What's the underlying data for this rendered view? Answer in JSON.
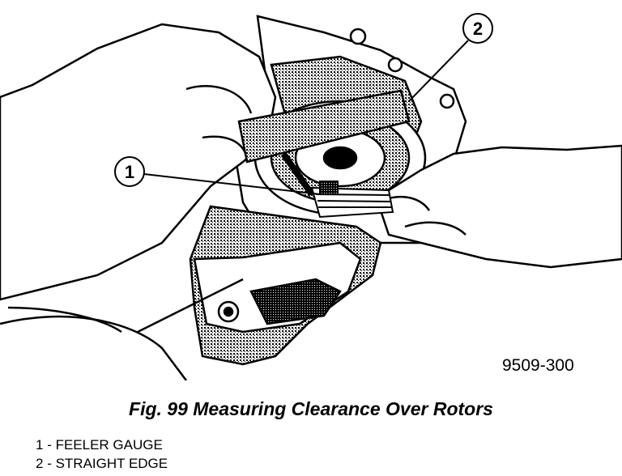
{
  "figure": {
    "number_label": "9509-300",
    "caption": "Fig. 99 Measuring Clearance Over Rotors",
    "callouts": [
      {
        "id": "1"
      },
      {
        "id": "2"
      }
    ],
    "legend": [
      {
        "number": "1",
        "separator": " - ",
        "text": "FEELER GAUGE"
      },
      {
        "number": "2",
        "separator": " - ",
        "text": "STRAIGHT EDGE"
      }
    ]
  }
}
